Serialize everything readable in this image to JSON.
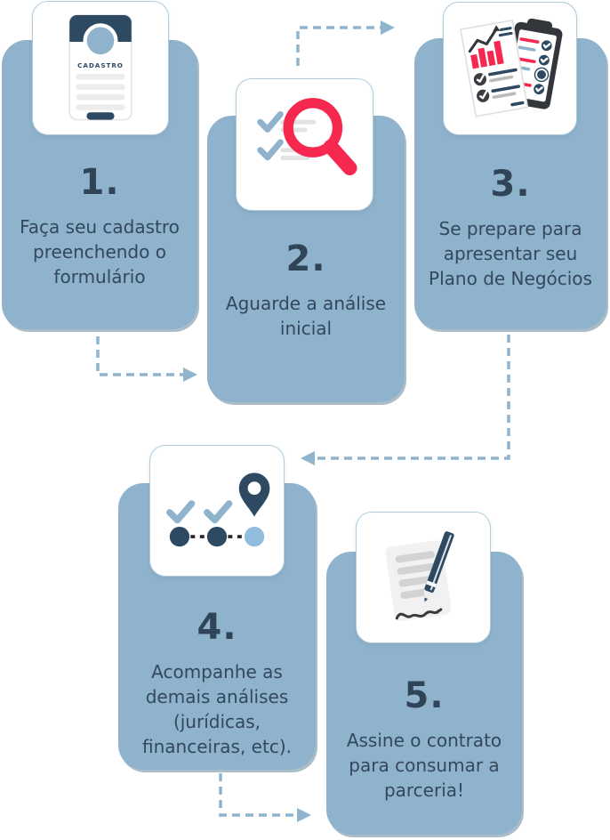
{
  "diagram": {
    "type": "process-flow",
    "language": "pt-BR",
    "colors": {
      "card_bg": "#8FB3CD",
      "card_shadow": "#68869F",
      "text": "#33485C",
      "number": "#2F4457",
      "navy": "#2E4A63",
      "accent_red": "#F7284F",
      "light_blue": "#8FB3CD",
      "pale_blue_dot": "#92BCDB",
      "gray_line": "#E9E9E9",
      "arrow": "#8FB4CE",
      "icon_card_border": "#AECBDE"
    },
    "steps": [
      {
        "number": "1.",
        "text": "Faça seu cadastro\npreenchendo o\nformulário",
        "icon": "registration-form-icon",
        "icon_label": "CADASTRO"
      },
      {
        "number": "2.",
        "text": "Aguarde a análise\ninicial",
        "icon": "magnifier-checklist-icon"
      },
      {
        "number": "3.",
        "text": "Se prepare para\napresentar seu\nPlano de Negócios",
        "icon": "business-plan-documents-icon"
      },
      {
        "number": "4.",
        "text": "Acompanhe as\ndemais análises\n(jurídicas,\nfinanceiras, etc).",
        "icon": "progress-route-icon"
      },
      {
        "number": "5.",
        "text": "Assine o contrato\npara consumar a\nparceria!",
        "icon": "contract-signing-icon"
      }
    ],
    "connections": [
      {
        "from": 1,
        "to": 2
      },
      {
        "from": 2,
        "to": 3
      },
      {
        "from": 3,
        "to": 4
      },
      {
        "from": 4,
        "to": 5
      }
    ]
  }
}
